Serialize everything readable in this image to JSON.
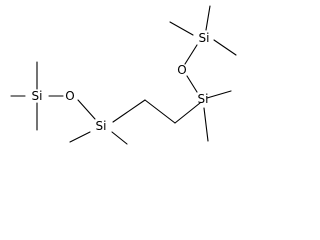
{
  "molecule": {
    "atoms": [
      {
        "id": "si1",
        "label": "Si"
      },
      {
        "id": "o1",
        "label": "O"
      },
      {
        "id": "si2",
        "label": "Si"
      },
      {
        "id": "si3",
        "label": "Si"
      },
      {
        "id": "o2",
        "label": "O"
      },
      {
        "id": "si4",
        "label": "Si"
      }
    ]
  }
}
